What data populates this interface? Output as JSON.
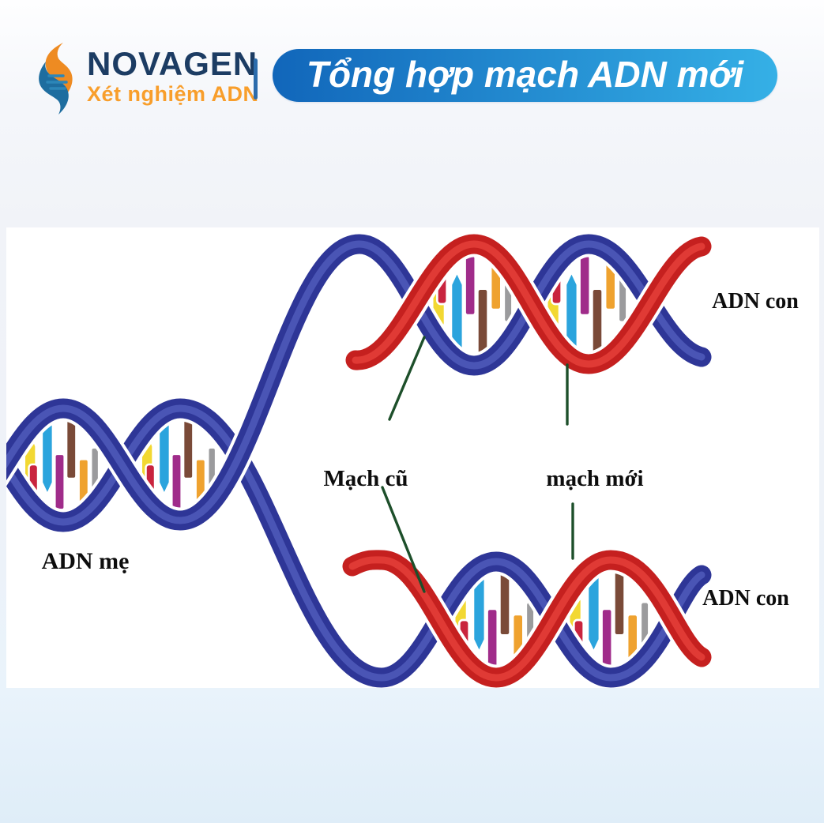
{
  "header": {
    "brand": {
      "name": "NOVAGEN",
      "tagline": "Xét nghiệm ADN"
    },
    "banner": {
      "title": "Tổng hợp mạch ADN mới"
    }
  },
  "diagram": {
    "labels": {
      "parent_dna": "ADN mẹ",
      "daughter_dna_top": "ADN con",
      "daughter_dna_bottom": "ADN con",
      "old_strand": "Mạch cũ",
      "new_strand": "mạch mới"
    },
    "palette": {
      "strand_old": "#2e3697",
      "strand_old_hi": "#4a55b5",
      "strand_new": "#c5201f",
      "strand_new_hi": "#e03a35",
      "leader": "#1d4f2a",
      "bar_yellow": "#f2d832",
      "bar_red": "#c9243e",
      "bar_cyan": "#2ba4dd",
      "bar_magenta": "#a02c8a",
      "bar_brown": "#7a4a38",
      "bar_orange": "#efa22f",
      "bar_gray": "#9b9b9d",
      "bar_green": "#175c39"
    }
  },
  "colors": {
    "brand_navy": "#1c3c63",
    "brand_orange": "#f89e2b",
    "separator": "#2c6cac",
    "banner_from": "#1166ba",
    "banner_to": "#35b0e6",
    "diagram_bg": "#ffffff"
  }
}
